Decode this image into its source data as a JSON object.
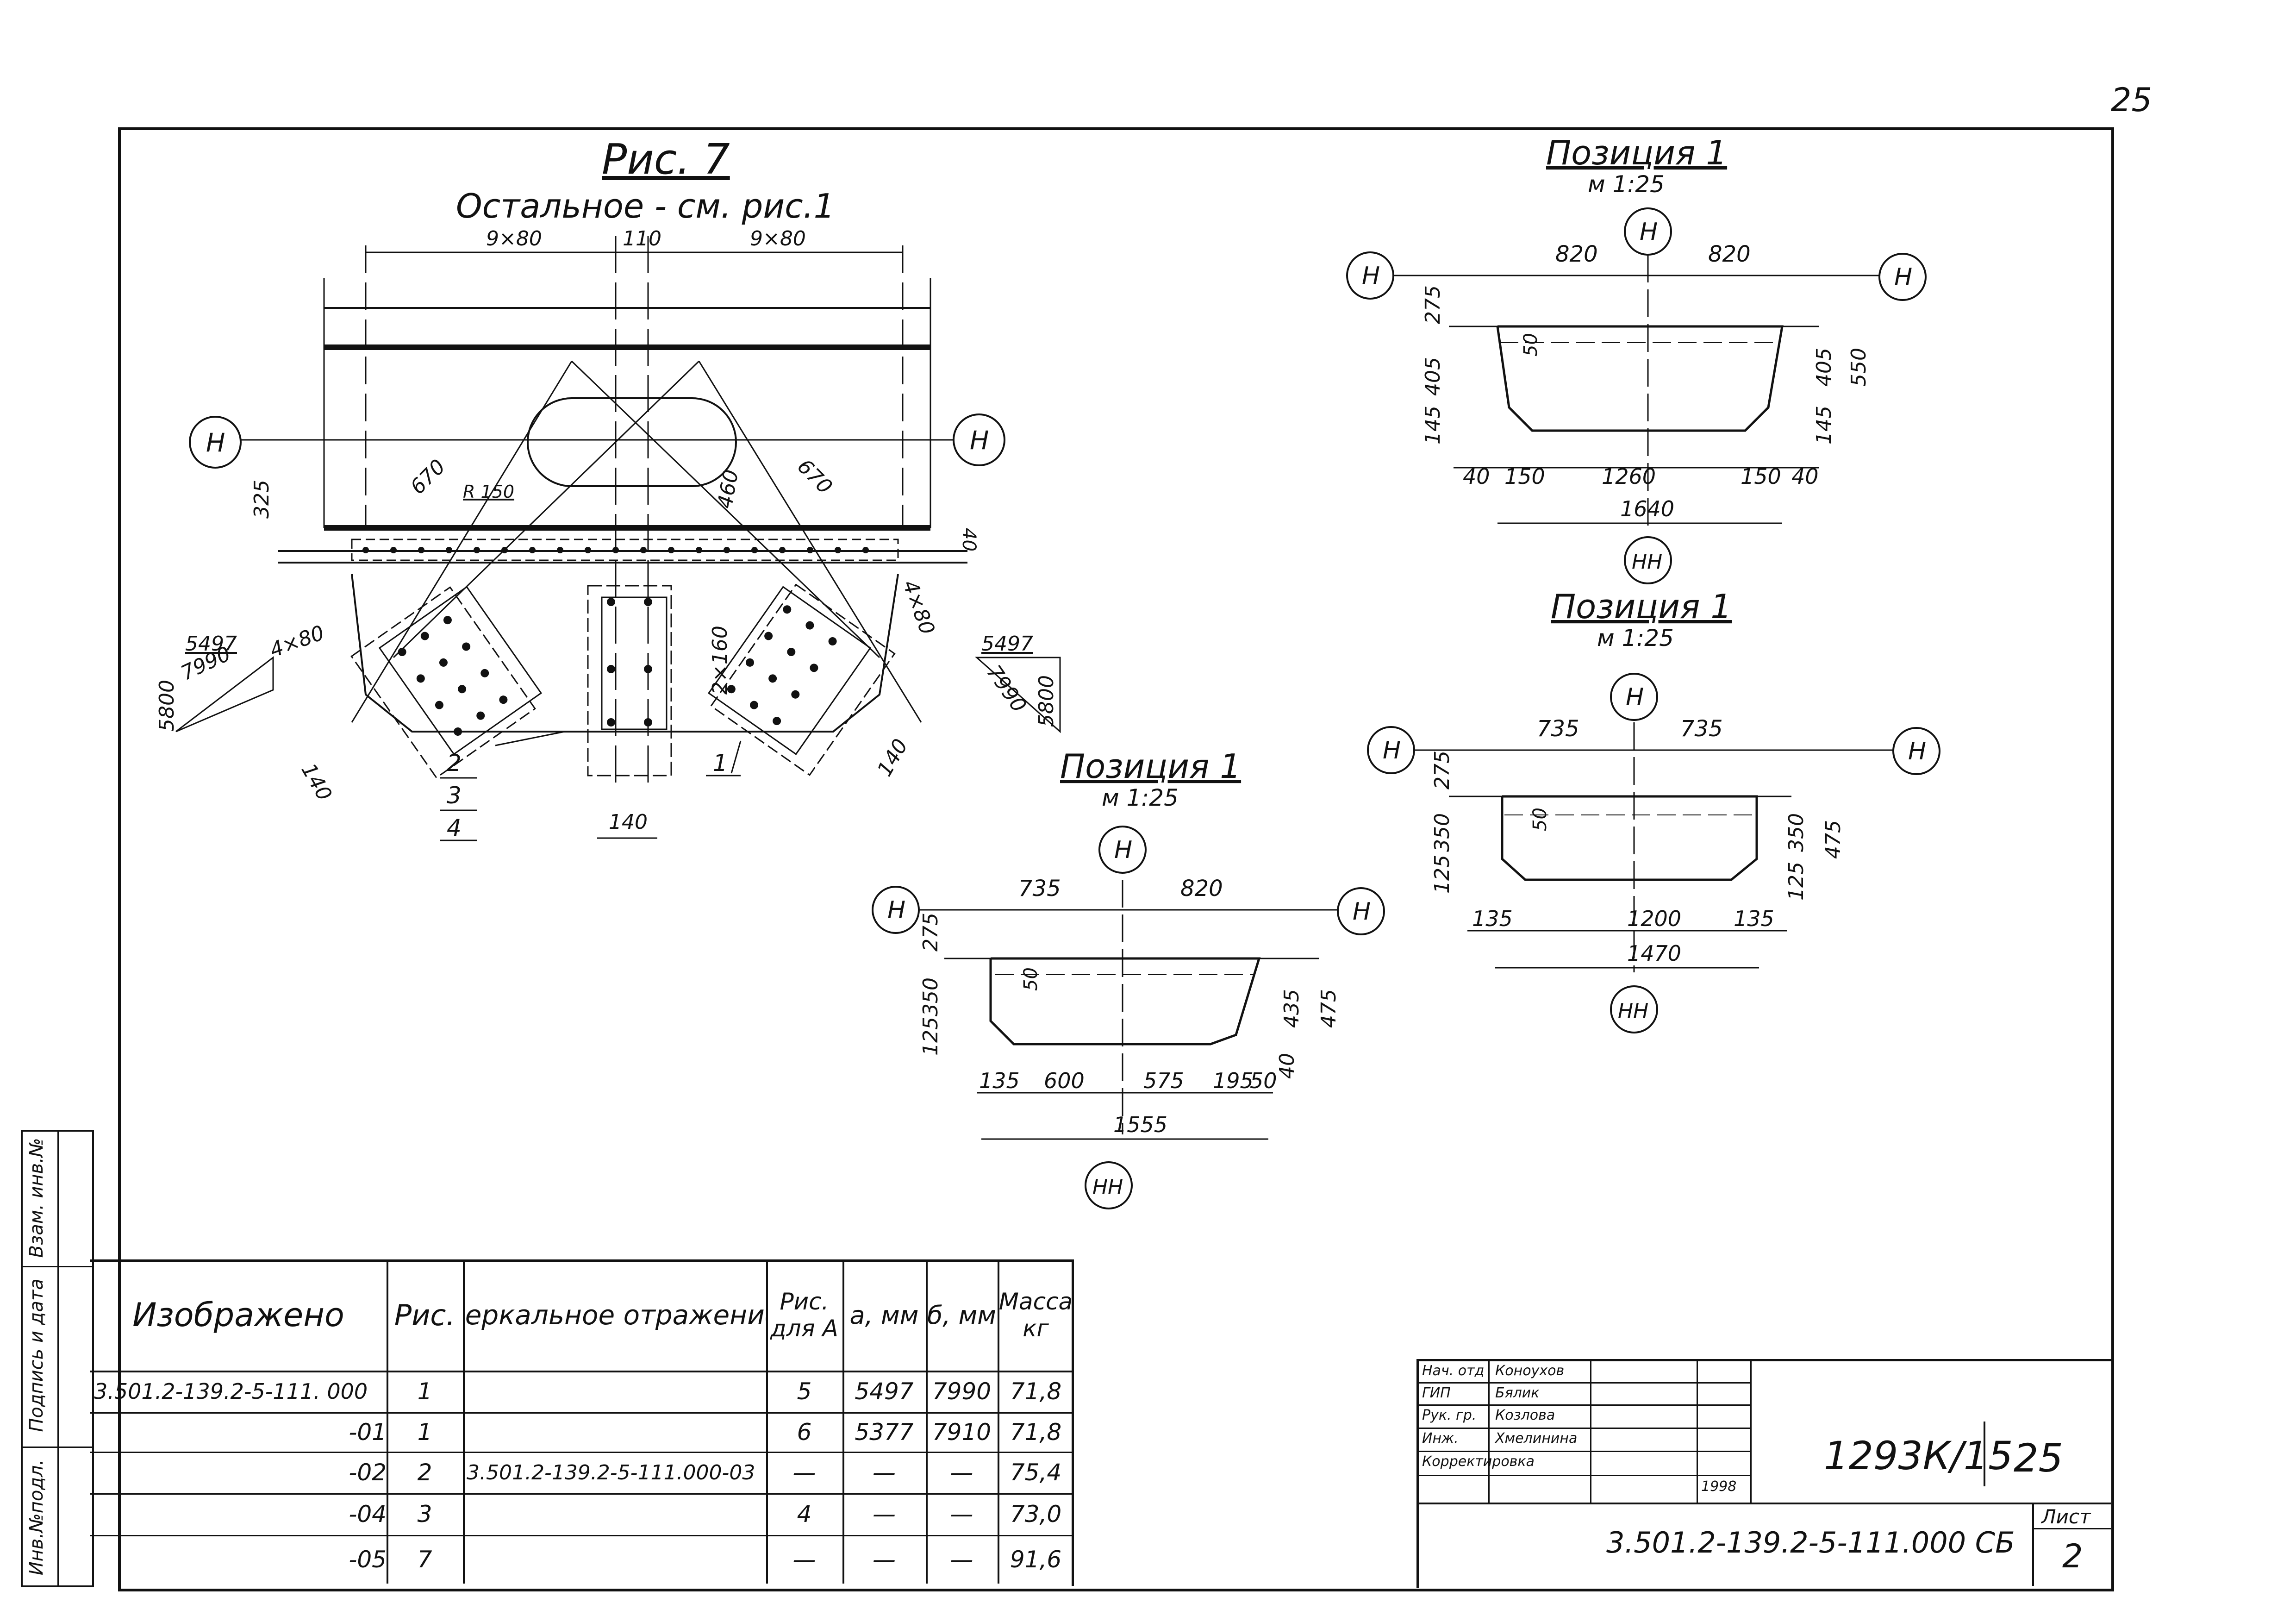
{
  "page_number": "25",
  "fig7": {
    "title": "Рис. 7",
    "subtitle": "Остальное - см. рис.1",
    "dims": [
      "9×80",
      "110",
      "9×80",
      "325",
      "670",
      "460",
      "670",
      "R 150",
      "40",
      "4×80",
      "4×80",
      "2×160",
      "140",
      "140",
      "140"
    ],
    "left_label": {
      "a": "5497",
      "b": "7990",
      "c": "5800"
    },
    "right_label": {
      "a": "5497",
      "b": "7990",
      "c": "5800"
    },
    "callouts": [
      "2",
      "3",
      "4",
      "1"
    ],
    "axis": "Н"
  },
  "pos_top": {
    "title": "Позиция 1",
    "scale": "м 1:25",
    "axis_top": "Н",
    "axis_bottom": "НН",
    "top_dims": [
      "820",
      "820"
    ],
    "left_dims": [
      "275",
      "405",
      "145"
    ],
    "right_dims": [
      "405",
      "550",
      "145"
    ],
    "inner": "50",
    "bottom_dims": [
      "40",
      "150",
      "1260",
      "150",
      "40"
    ],
    "total": "1640"
  },
  "pos_mid": {
    "title": "Позиция 1",
    "scale": "м 1:25",
    "axis_top": "Н",
    "axis_bottom": "НН",
    "top_dims": [
      "735",
      "735"
    ],
    "left_dims": [
      "275",
      "350",
      "125"
    ],
    "right_dims": [
      "350",
      "475",
      "125"
    ],
    "inner": "50",
    "bottom_dims": [
      "135",
      "1200",
      "135"
    ],
    "total": "1470"
  },
  "pos_low": {
    "title": "Позиция 1",
    "scale": "м 1:25",
    "axis_top": "Н",
    "axis_bottom": "НН",
    "top_dims": [
      "735",
      "820"
    ],
    "left_dims": [
      "275",
      "350",
      "125"
    ],
    "right_dims": [
      "435",
      "475",
      "40"
    ],
    "inner": "50",
    "bottom_dims": [
      "135",
      "600",
      "575",
      "195",
      "50"
    ],
    "total": "1555"
  },
  "side_stamps": [
    "Взам. инв.№",
    "Подпись и дата",
    "Инв.№подл."
  ],
  "table": {
    "headers": [
      "Изображено",
      "Рис.",
      "Зеркальное отражение",
      "Рис. для А",
      "а, мм",
      "б, мм",
      "Масса кг"
    ],
    "rows": [
      [
        "3.501.2-139.2-5-111. 000",
        "1",
        "",
        "5",
        "5497",
        "7990",
        "71,8"
      ],
      [
        "-01",
        "1",
        "",
        "6",
        "5377",
        "7910",
        "71,8"
      ],
      [
        "-02",
        "2",
        "3.501.2-139.2-5-111.000-03",
        "—",
        "—",
        "—",
        "75,4"
      ],
      [
        "-04",
        "3",
        "",
        "4",
        "—",
        "—",
        "73,0"
      ],
      [
        "-05",
        "7",
        "",
        "—",
        "—",
        "—",
        "91,6"
      ]
    ]
  },
  "titleblock": {
    "roles": [
      "Нач. отд",
      "ГИП",
      "Рук. гр.",
      "Инж.",
      "Корректировка"
    ],
    "names": [
      "Коноухов",
      "Бялик",
      "Козлова",
      "Хмелинина",
      ""
    ],
    "year": "1998",
    "doc_code": "3.501.2-139.2-5-111.000 СБ",
    "archive": "1293К/15",
    "sheet_ref": "25",
    "sheet_label": "Лист",
    "sheet_no": "2"
  }
}
